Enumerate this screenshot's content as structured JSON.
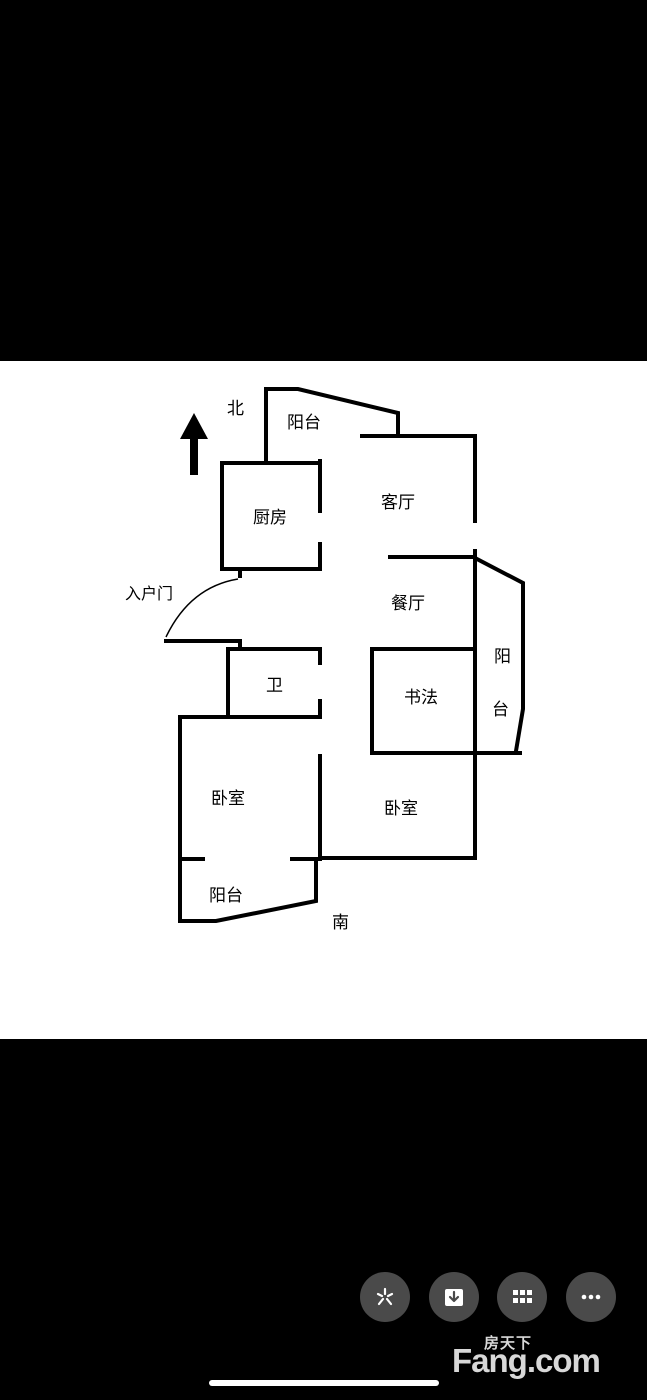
{
  "floorplan": {
    "direction_north": "北",
    "direction_south": "南",
    "rooms": {
      "balcony_north": "阳台",
      "kitchen": "厨房",
      "living_room": "客厅",
      "entrance_door": "入户门",
      "dining_room": "餐厅",
      "bathroom": "卫",
      "study": "书法",
      "balcony_east_top": "阳",
      "balcony_east_bottom": "台",
      "bedroom_west": "卧室",
      "bedroom_east": "卧室",
      "balcony_south": "阳台"
    }
  },
  "toolbar": {
    "buttons": [
      {
        "icon": "pinwheel-icon"
      },
      {
        "icon": "download-icon"
      },
      {
        "icon": "grid-icon"
      },
      {
        "icon": "more-icon"
      }
    ]
  },
  "watermark": {
    "chinese": "房天下",
    "english": "Fang.com"
  },
  "colors": {
    "background": "#000000",
    "panel": "#ffffff",
    "button": "#4a4a4a",
    "watermark": "#d8d8d8"
  }
}
